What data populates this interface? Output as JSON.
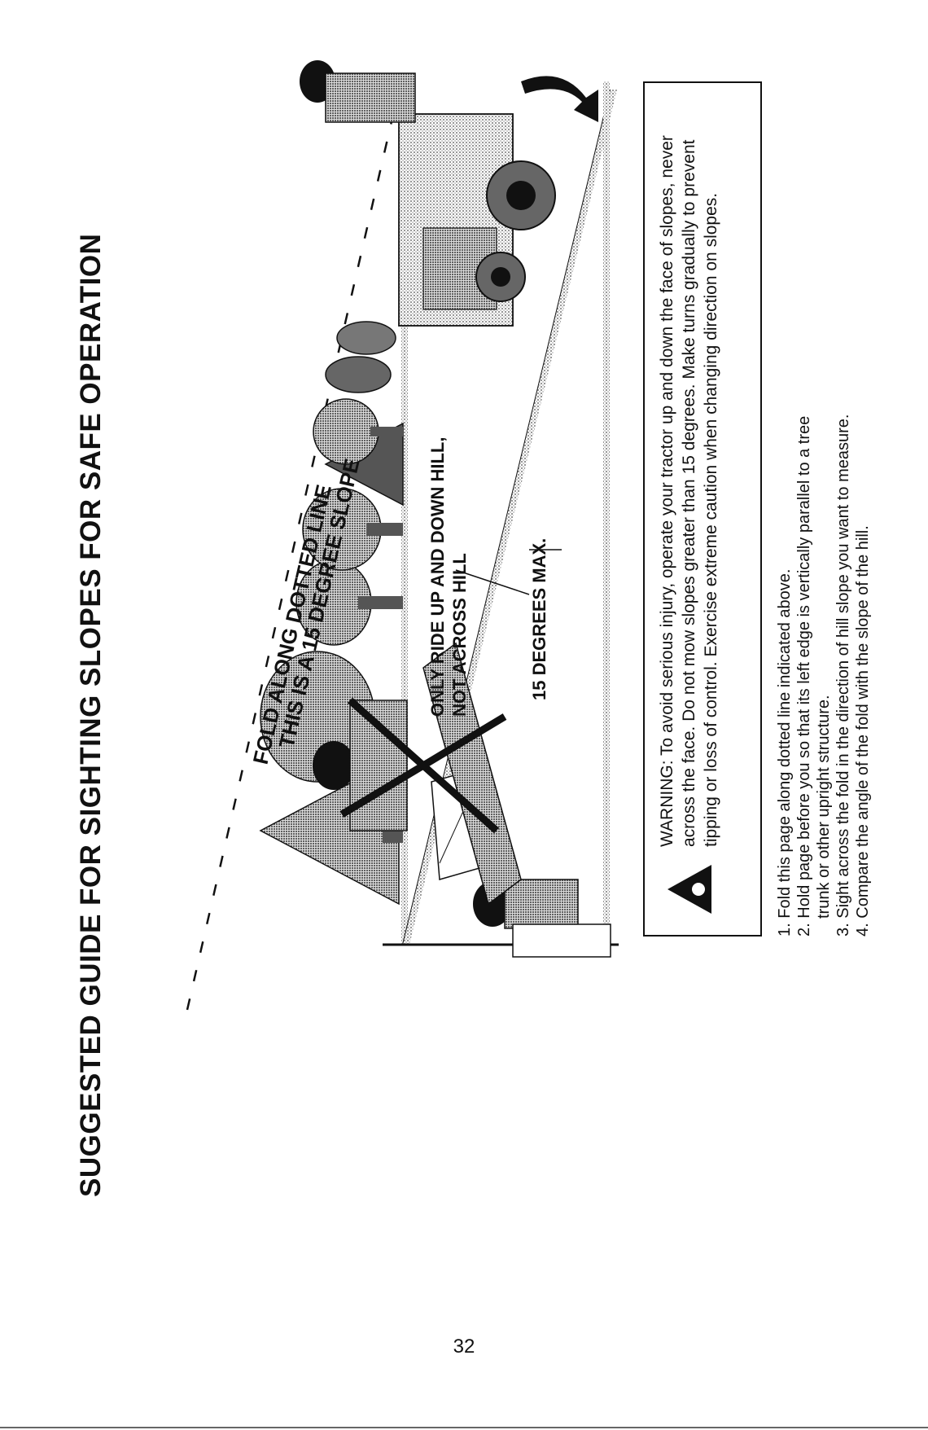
{
  "title": "SUGGESTED GUIDE FOR SIGHTING SLOPES FOR SAFE OPERATION",
  "fold_line_label": "FOLD ALONG DOTTED LINE",
  "slope_label": "THIS IS A 15 DEGREE SLOPE",
  "hill_instruction_line1": "ONLY RIDE UP AND DOWN HILL,",
  "hill_instruction_line2": "NOT ACROSS HILL",
  "max_angle_label": "15 DEGREES MAX.",
  "warning": {
    "icon": "warning-triangle-icon",
    "text": "WARNING: To avoid serious injury, operate your tractor up and down the face of slopes, never across the face. Do not mow slopes greater than 15 degrees. Make turns gradually to prevent tipping or loss of control. Exercise extreme caution when changing direction on slopes."
  },
  "instructions": [
    {
      "num": "1.",
      "text": "Fold this page along dotted line indicated above."
    },
    {
      "num": "2.",
      "text": "Hold page before you so that its left edge is vertically parallel to a tree",
      "cont": "trunk or other upright structure."
    },
    {
      "num": "3.",
      "text": "Sight across the fold in the direction of hill slope you want to measure."
    },
    {
      "num": "4.",
      "text": "Compare the angle of the fold with the slope of the hill."
    }
  ],
  "page_number": "32",
  "colors": {
    "ink": "#111111",
    "shade": "#9a9a9a",
    "light_shade": "#c8c8c8"
  }
}
